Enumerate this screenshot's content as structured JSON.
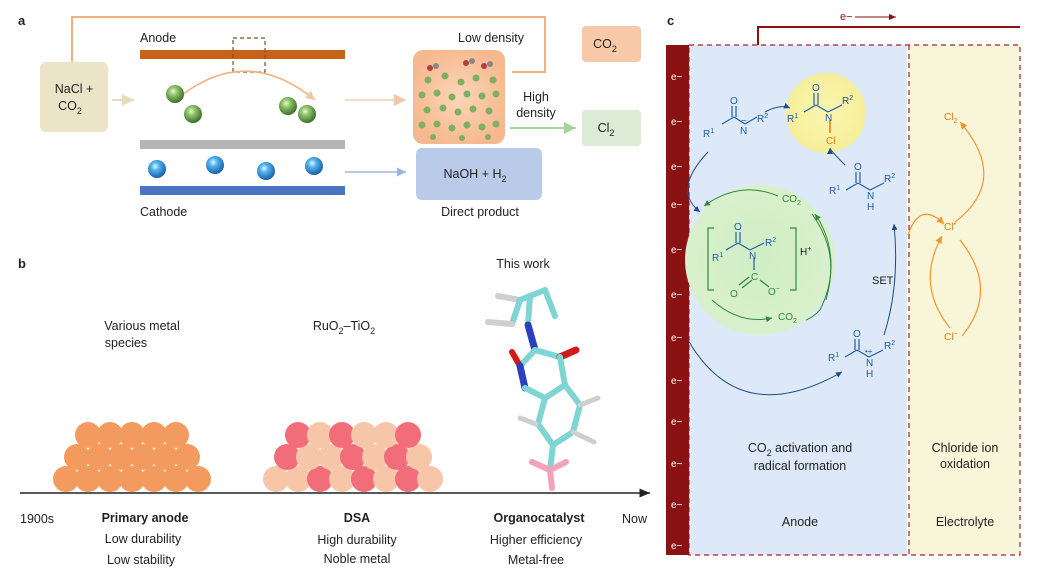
{
  "panel_a": {
    "label": "a",
    "anode": "Anode",
    "cathode": "Cathode",
    "feed_line1": "NaCl +",
    "feed_line2": "CO",
    "feed_line2_sub": "2",
    "low_density": "Low density",
    "high_density_line1": "High",
    "high_density_line2": "density",
    "co2": "CO",
    "co2_sub": "2",
    "cl2": "Cl",
    "cl2_sub": "2",
    "naoh": "NaOH + H",
    "naoh_sub": "2",
    "direct_product": "Direct product"
  },
  "panel_b": {
    "label": "b",
    "this_work": "This work",
    "various_line1": "Various metal",
    "various_line2": "species",
    "ruo2": "RuO",
    "ruo2_sub": "2",
    "tio2": "–TiO",
    "tio2_sub": "2",
    "axis_start": "1900s",
    "axis_end": "Now",
    "groups": [
      {
        "title": "Primary anode",
        "line1": "Low durability",
        "line2": "Low stability"
      },
      {
        "title": "DSA",
        "line1": "High durability",
        "line2": "Noble metal"
      },
      {
        "title": "Organocatalyst",
        "line1": "Higher efficiency",
        "line2": "Metal-free"
      }
    ]
  },
  "panel_c": {
    "label": "c",
    "electron_flow": "e−",
    "electrode_electrons": [
      "e−",
      "e−",
      "e−",
      "e−",
      "e−",
      "e−",
      "e−",
      "e−",
      "e−",
      "e−",
      "e−",
      "e−"
    ],
    "co2_top": "CO",
    "co2_bottom": "CO",
    "co2_sub": "2",
    "hplus": "H",
    "set": "SET",
    "cl2": "Cl",
    "cl2_sub": "2",
    "cl_radical": "Cl",
    "cl_minus": "Cl",
    "activation_line1": "CO",
    "activation_line1_sub": "2",
    "activation_line1_rest": " activation and",
    "activation_line2": "radical formation",
    "anode": "Anode",
    "electrolyte": "Electrolyte",
    "chloride_line1": "Chloride ion",
    "chloride_line2": "oxidation"
  },
  "colors": {
    "anode_bar": "#c8611a",
    "cathode_bar": "#4a73c4",
    "membrane": "#b5b5b5",
    "feed_box": "#ece4c8",
    "co2_box": "#f7c9a8",
    "cl2_box": "#dcebd6",
    "naoh_box": "#b9cbe9",
    "electrode": "#8a1212",
    "anode_region": "#dde9f8",
    "electrolyte_region": "#f8f5d8",
    "dsa_red": "#f26d7a",
    "primary_orange": "#f39b5e"
  }
}
